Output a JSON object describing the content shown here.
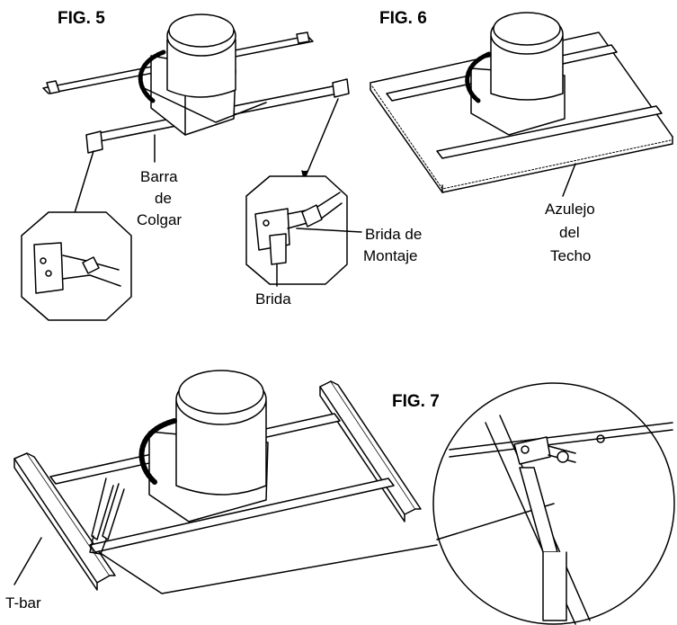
{
  "figures": {
    "fig5": "FIG. 5",
    "fig6": "FIG. 6",
    "fig7": "FIG. 7"
  },
  "labels": {
    "barra": "Barra",
    "de": "de",
    "colgar": "Colgar",
    "brida_de": "Brida de",
    "montaje": "Montaje",
    "brida": "Brida",
    "azulejo": "Azulejo",
    "del": "del",
    "techo": "Techo",
    "tbar": "T-bar"
  },
  "colors": {
    "line": "#000000",
    "fill": "#ffffff",
    "shade": "#d9d9d9"
  }
}
